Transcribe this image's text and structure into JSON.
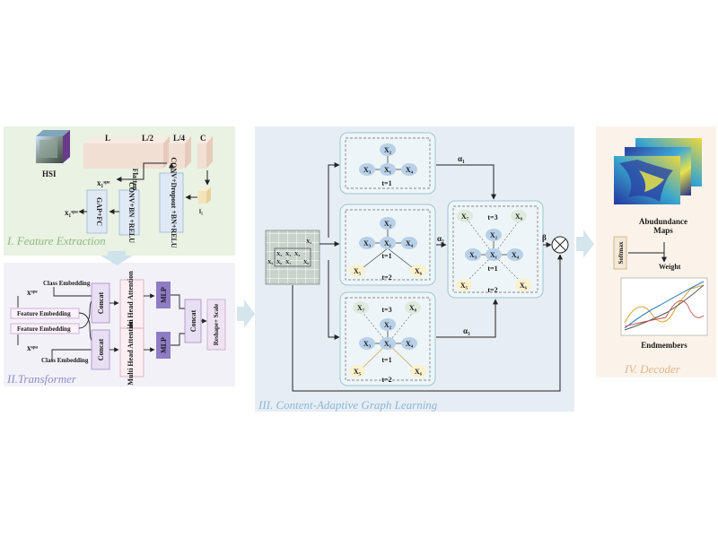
{
  "colors": {
    "panel1": "#e9f2e3",
    "panel2": "#f2f1f8",
    "panel3": "#e6eef4",
    "panel4": "#fbf3ea",
    "sec1": "#8dbb7d",
    "sec2": "#8c8fc9",
    "sec3": "#8fb6d8",
    "sec4": "#e0b48c",
    "node": "#b8d0e8",
    "node_green": "#dfeadc",
    "node_yellow": "#fbf1cc",
    "conv_box": "#dfe9f6",
    "concat_box": "#e8dff2",
    "mlp_box": "#8f7cc4",
    "reshape_box": "#efe3f3"
  },
  "feature_extraction": {
    "section_label": "I.  Feature Extraction",
    "hsi": "HSI",
    "layer_L": "L",
    "layer_L2": "L/2",
    "layer_L4": "L/4",
    "layer_C": "C",
    "flatten": "Flatten",
    "conv_bn": "CONV+BN +RELU",
    "conv_dropout": "CONV+Dropout +BN+RELU",
    "gap_fc": "GAP+FC",
    "x1_spe": "x₁ˢᵖᵉ",
    "x1_spa": "x₁ˢᵖᵃ",
    "l1": "l₁"
  },
  "transformer": {
    "section_label": "II.Transformer",
    "class_embedding_top": "Class Embedding",
    "class_embedding_bottom": "Class Embedding",
    "feature_embedding_1": "Feature Embedding",
    "feature_embedding_2": "Feature Embedding",
    "x_spe": "xˢᵖᵉ",
    "x_spa": "xˢᵖᵃ",
    "concat_1": "Concat",
    "concat_2": "Concat",
    "concat_3": "Concat",
    "mha_1": "Multi Head Attention",
    "mha_2": "Multi Head Attention",
    "mlp_1": "MLP",
    "mlp_2": "MLP",
    "reshape": "Reshape+ Scale"
  },
  "graph_learning": {
    "section_label": "III. Content-Adaptive Graph Learning",
    "grid_labels": [
      "X₂",
      "X₃",
      "X₁",
      "X₄",
      "X₅",
      "X₆",
      "X₇",
      "X₈"
    ],
    "g1": {
      "nodes": [
        "X₂",
        "X₃",
        "X₁",
        "X₄"
      ],
      "t1": "t=1"
    },
    "g2": {
      "nodes": [
        "X₂",
        "X₃",
        "X₁",
        "X₄",
        "X₅",
        "X₆"
      ],
      "t1": "t=1",
      "t2": "t=2"
    },
    "g3": {
      "nodes": [
        "X₇",
        "X₈",
        "X₂",
        "X₃",
        "X₁",
        "X₄",
        "X₅",
        "X₆"
      ],
      "t3": "t=3",
      "t1": "t=1",
      "t2": "t=2"
    },
    "g4": {
      "nodes": [
        "X₇",
        "X₈",
        "X₂",
        "X₃",
        "X₁",
        "X₄",
        "X₅",
        "X₆"
      ],
      "t3": "t=3",
      "t1": "t=1",
      "t2": "t=2"
    },
    "alpha1": "α₁",
    "alpha2": "α₂",
    "alpha3": "α₃",
    "beta": "β",
    "otimes": "⊗"
  },
  "decoder": {
    "section_label": "IV. Decoder",
    "maps_line1": "Abudundance",
    "maps_line2": "Maps",
    "softmax": "Softmax",
    "weight": "Weight",
    "endmembers": "Endmembers"
  }
}
